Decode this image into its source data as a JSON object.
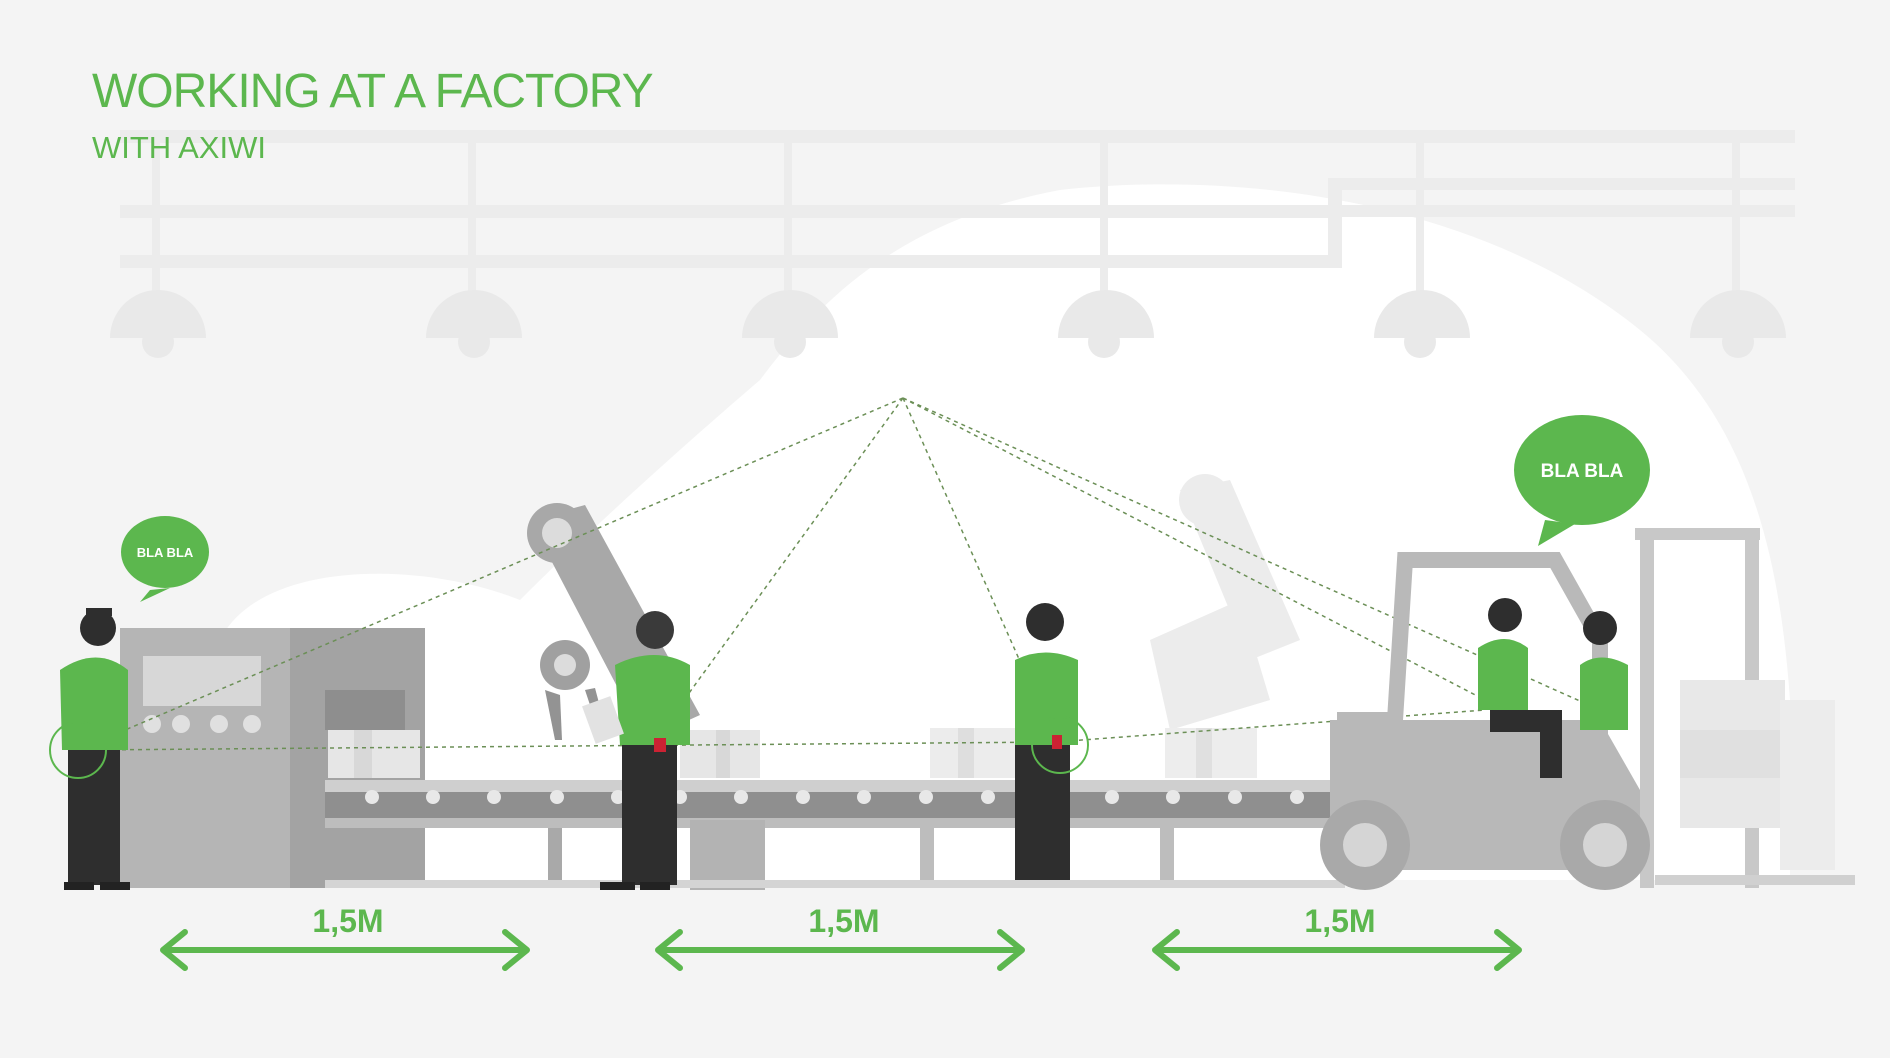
{
  "header": {
    "title": "WORKING AT A FACTORY",
    "subtitle": "WITH AXIWI"
  },
  "speech_bubbles": [
    {
      "id": "left-worker",
      "text": "BLA BLA"
    },
    {
      "id": "forklift-driver",
      "text": "BLA BLA"
    }
  ],
  "distances": [
    {
      "label": "1,5M"
    },
    {
      "label": "1,5M"
    },
    {
      "label": "1,5M"
    }
  ],
  "colors": {
    "accent": "#5cb74e",
    "background": "#f4f4f4",
    "machine_gray": "#9e9e9e",
    "dark_gray": "#2e2e2e"
  }
}
